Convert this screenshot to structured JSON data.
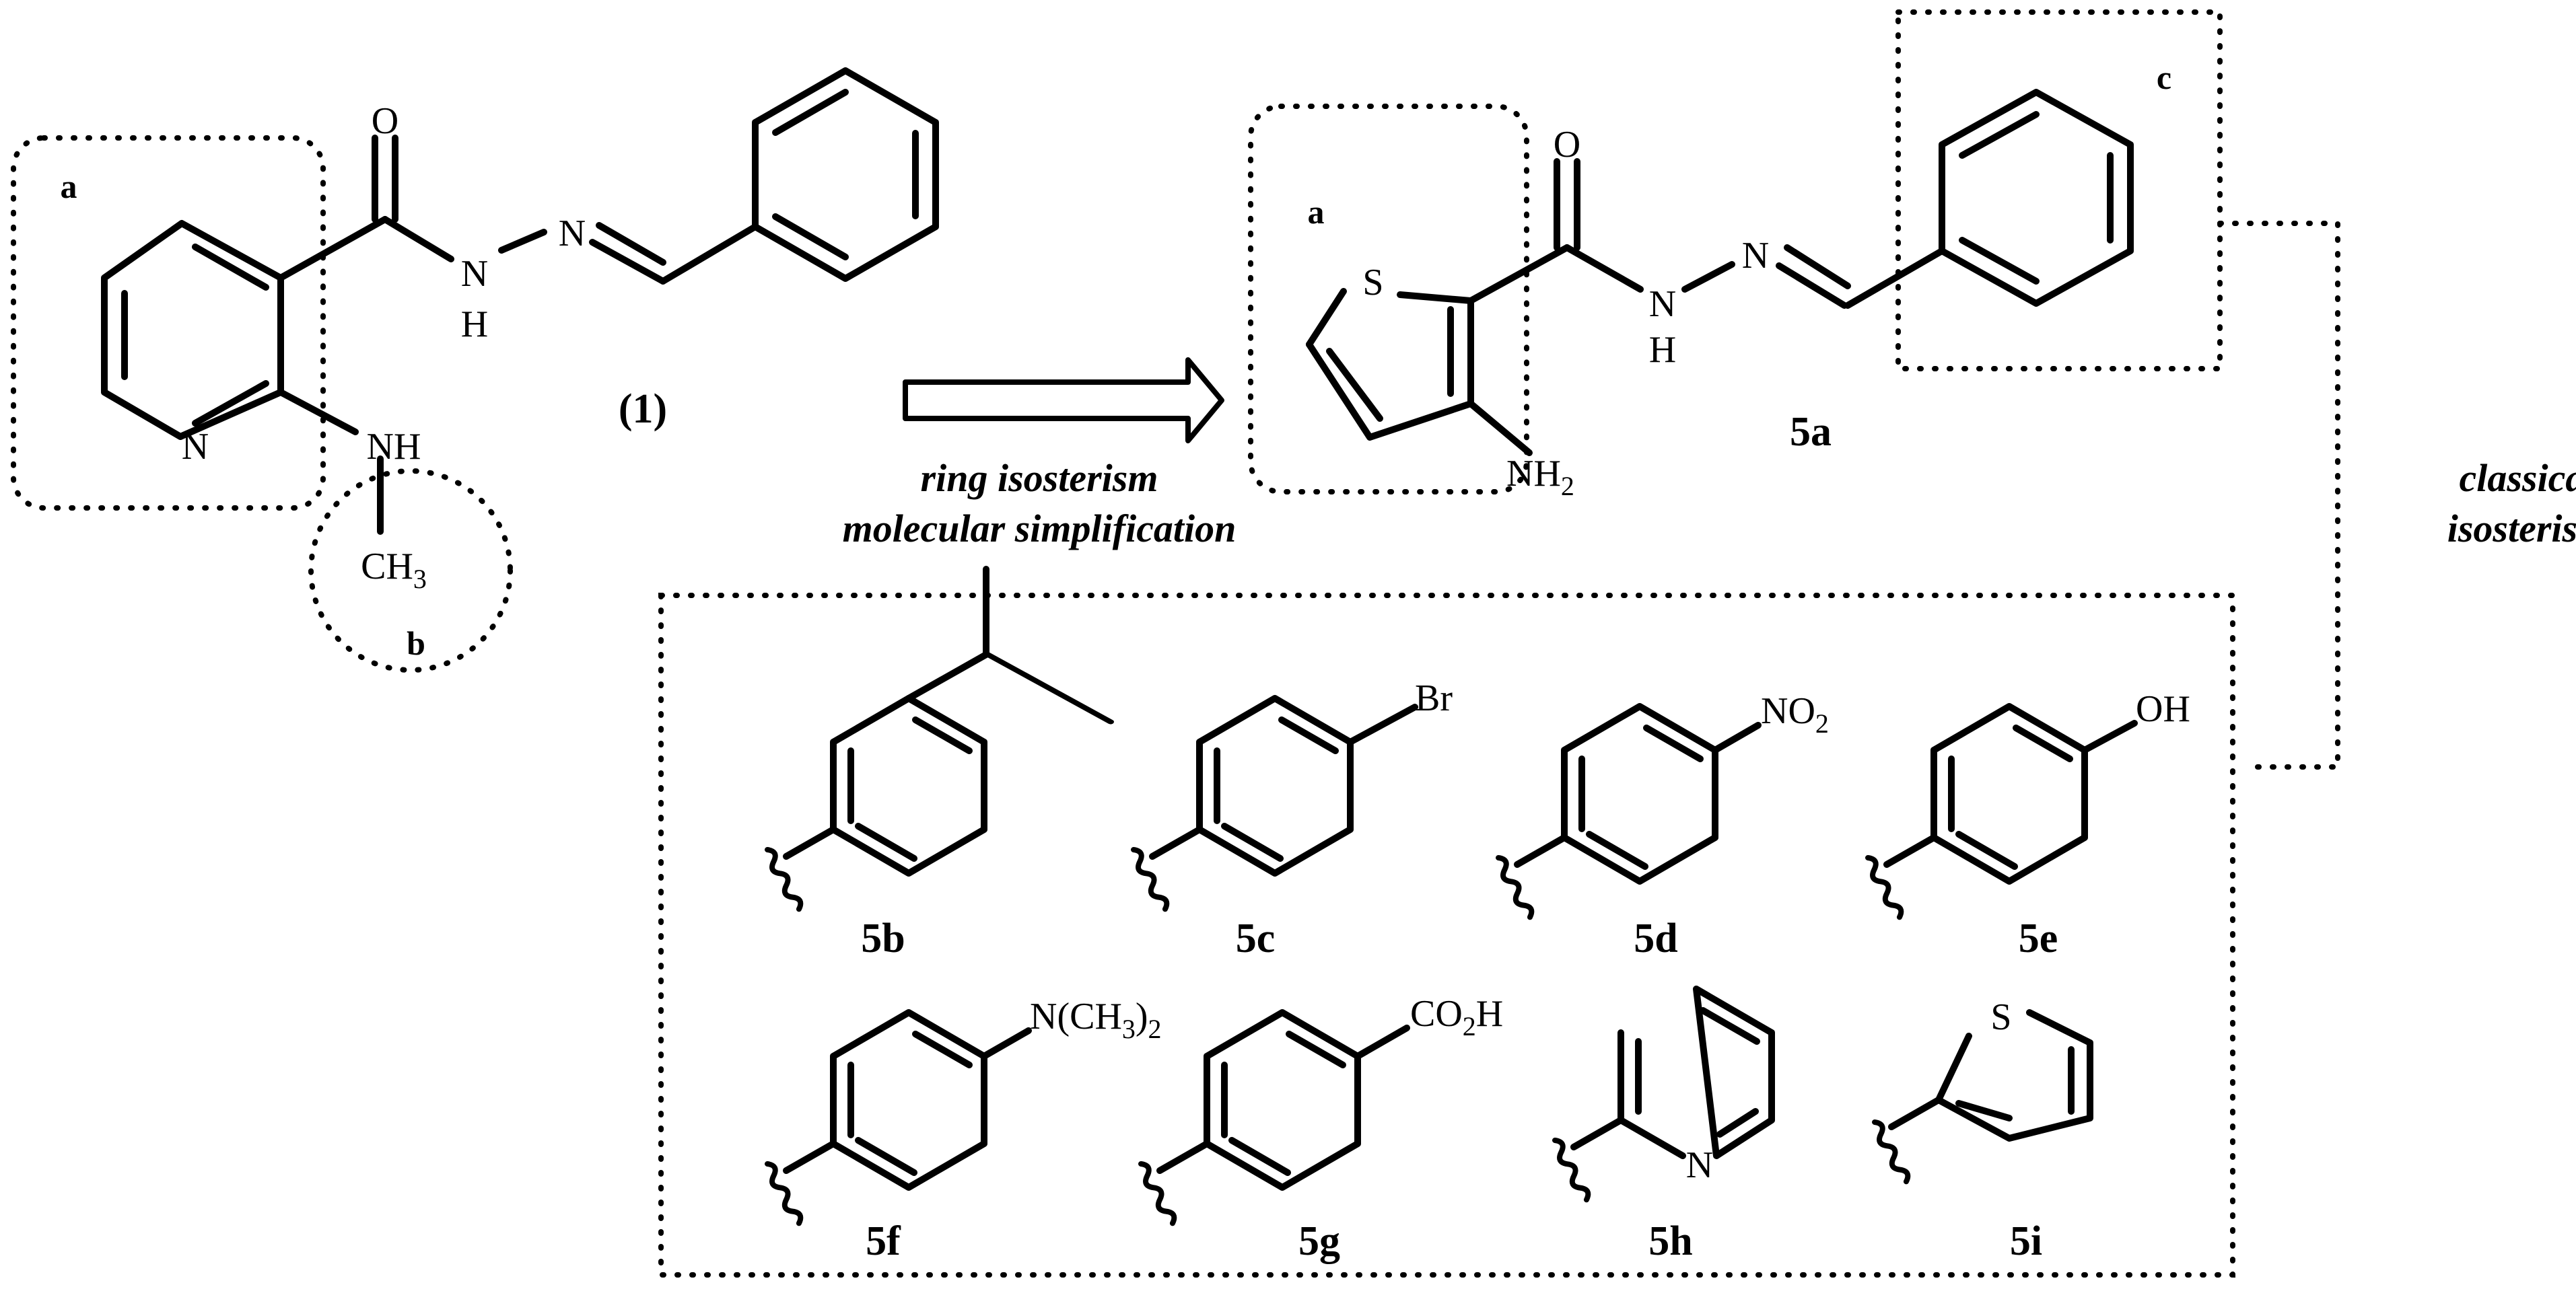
{
  "atoms": {
    "O": "O",
    "N": "N",
    "H": "H",
    "S": "S",
    "NH": "NH",
    "C": "C",
    "Br": "Br",
    "OH": "OH",
    "NO2_main": "NO",
    "NH2_main": "NH",
    "CH3_main": "CH",
    "CO2H_co": "CO",
    "CO2H_h": "H",
    "NMe2_head": "N(CH",
    "NMe2_close": ")",
    "sub_2": "2",
    "sub_3": "3"
  },
  "region_labels": {
    "a": "a",
    "b": "b",
    "c": "c"
  },
  "compound_labels": {
    "lead": "(1)",
    "c5a": "5a",
    "c5b": "5b",
    "c5c": "5c",
    "c5d": "5d",
    "c5e": "5e",
    "c5f": "5f",
    "c5g": "5g",
    "c5h": "5h",
    "c5i": "5i"
  },
  "annotations": {
    "arrow_line1": "ring isosterism",
    "arrow_line2": "molecular simplification",
    "side_line1": "classical",
    "side_line2": "isosterism"
  }
}
